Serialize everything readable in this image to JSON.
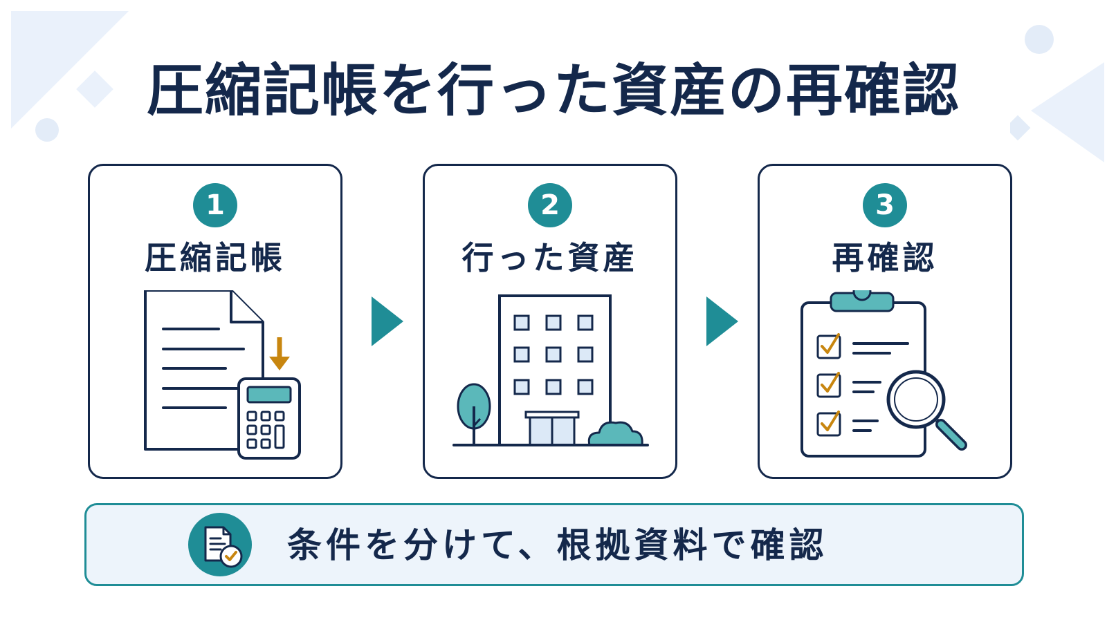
{
  "title": "圧縮記帳を行った資産の再確認",
  "steps": [
    {
      "number": "1",
      "label": "圧縮記帳",
      "icon": "document-calculator-icon"
    },
    {
      "number": "2",
      "label": "行った資産",
      "icon": "building-icon"
    },
    {
      "number": "3",
      "label": "再確認",
      "icon": "checklist-magnifier-icon"
    }
  ],
  "connector_icon": "triangle-right-icon",
  "banner": {
    "text": "条件を分けて、根拠資料で確認",
    "icon": "document-check-icon"
  },
  "colors": {
    "navy": "#14284b",
    "teal": "#1f8d96",
    "orange": "#c8860f",
    "light_blue": "#dce9f7"
  }
}
